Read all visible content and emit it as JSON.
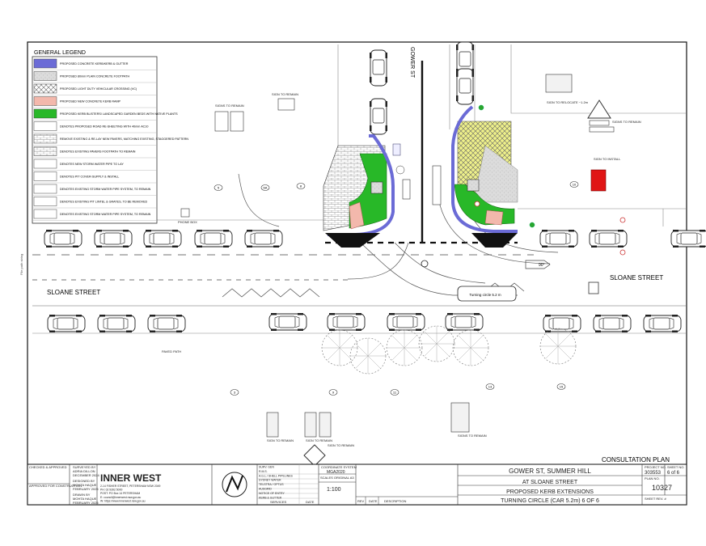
{
  "legend": {
    "title": "GENERAL LEGEND",
    "items": [
      "PROPOSED CONCRETE KERB/KERB & GUTTER",
      "PROPOSED 80mm PLAIN CONCRETE FOOTPATH",
      "PROPOSED LIGHT DUTY VEHICULAR CROSSING (VC)",
      "PROPOSED NEW CONCRETE KERB RAMP",
      "PROPOSED KERB BLISTERS/ LANDSCAPED GARDEN BEDS WITH NATIVE PLANTS",
      "DENOTES PROPOSED ROAD RE-SHEETING WITH 40mm AC10",
      "REMOVE EXISTING & RE-LAY NEW PAVERS, MATCHING EXISTING, STAGGERED PATTERN",
      "DENOTES EXISTING PAVERS FOOTPATH TO REMAIN",
      "DENOTES NEW STORM WATER PIPE TO LAY",
      "DENOTES PIT COVER-SUPPLY & INSTALL",
      "DENOTES EXISTING STORM WATER PIPE SYSTEM, TO REMAIN",
      "DENOTES EXISTING PIT LINTEL & GRATES, TO BE REMOVED",
      "DENOTES EXISTING STORM WATER PIPE SYSTEM, TO REMAIN"
    ]
  },
  "streets": {
    "gower": "GOWER ST",
    "sloane_left": "SLOANE STREET",
    "sloane_right": "SLOANE STREET"
  },
  "annotations": {
    "sign_remain_1": "SIGN TO REMAIN",
    "signs_remain_2": "SIGNS TO REMAIN",
    "sign_relocate": "SIGN TO RELOCATE ~1.2m",
    "signs_remain_3": "SIGNS TO REMAIN",
    "sign_install": "SIGN TO INSTALL",
    "phone_box": "PHONE BOX",
    "paved_path": "PAVED PATH",
    "sign_remain_b1": "SIGN TO REMAIN",
    "sign_remain_b2": "SIGN TO REMAIN",
    "signs_remain_b3": "SIGNS TO REMAIN",
    "sign_remain_b4": "SIGN TO REMAIN",
    "turning_vehicle": "Turning circle 5.2 m",
    "arrow_label": "90°"
  },
  "lot_numbers": [
    "5",
    "6A",
    "8",
    "10",
    "3",
    "9",
    "11",
    "13",
    "15"
  ],
  "consultation": "CONSULTATION PLAN",
  "title_block": {
    "left_labels": [
      "CHECKED & APPROVED",
      "APPROVED FOR CONSTRUCTION"
    ],
    "surveyed_by": "SURVEYED BY",
    "surveyor": "ADRIA DILLON",
    "survey_date": "DECEMBER 2024",
    "designed_by": "DESIGNED BY",
    "designer": "MOHTA HAQUE",
    "design_date": "FEBRUARY 2025",
    "drawn_by": "DRAWN BY",
    "drafter": "MOHTA HAQUE",
    "drawn_date": "FEBRUARY 2025",
    "org": "INNER WEST",
    "org_address": [
      "2-14 FISHER STREET, PETERSHAM NSW 2049",
      "PH: 02 9392 5000",
      "POST: PO Box 14 PETERSHAM",
      "E: council@innerwest.nsw.gov.au",
      "W: https://www.innerwest.nsw.gov.au"
    ],
    "services": [
      "SURV. GEN",
      "R.M.S.",
      "A.G.L./ SHELL PIPELINES",
      "SYDNEY WATER",
      "TELSTRA / OPTUS",
      "AUSGRID",
      "NOTICE OF ENTRY",
      "KERB & GUTTER"
    ],
    "services_header": "SERVICES",
    "date_header": "DATE",
    "coord_label": "COORDINATE SYSTEM",
    "coord_value": "MGA2020",
    "scale_label": "SCALES ORIGINAL A3",
    "scale_value": "1:100",
    "rev_headers": [
      "REV",
      "DATE",
      "DESCRIPTION"
    ],
    "title_lines": [
      "GOWER ST, SUMMER HILL",
      "AT SLOANE STREET",
      "PROPOSED KERB EXTENSIONS",
      "TURNING CIRCLE (CAR 5.2m) 6 OF 6"
    ],
    "project_no_label": "PROJECT NO.",
    "project_no": "303553",
    "sheet_no_label": "SHEET NO.",
    "sheet_no": "6 of 6",
    "plan_no_label": "PLAN NO.",
    "plan_no": "10327",
    "sheet_rev_label": "SHEET REV. #"
  },
  "colors": {
    "kerb": "#6b6bd6",
    "garden": "#28b828",
    "footpath": "#d8d8d8",
    "crossing": "#eef08a",
    "ramp": "#f3b8ac",
    "sign_red": "#e01515"
  }
}
